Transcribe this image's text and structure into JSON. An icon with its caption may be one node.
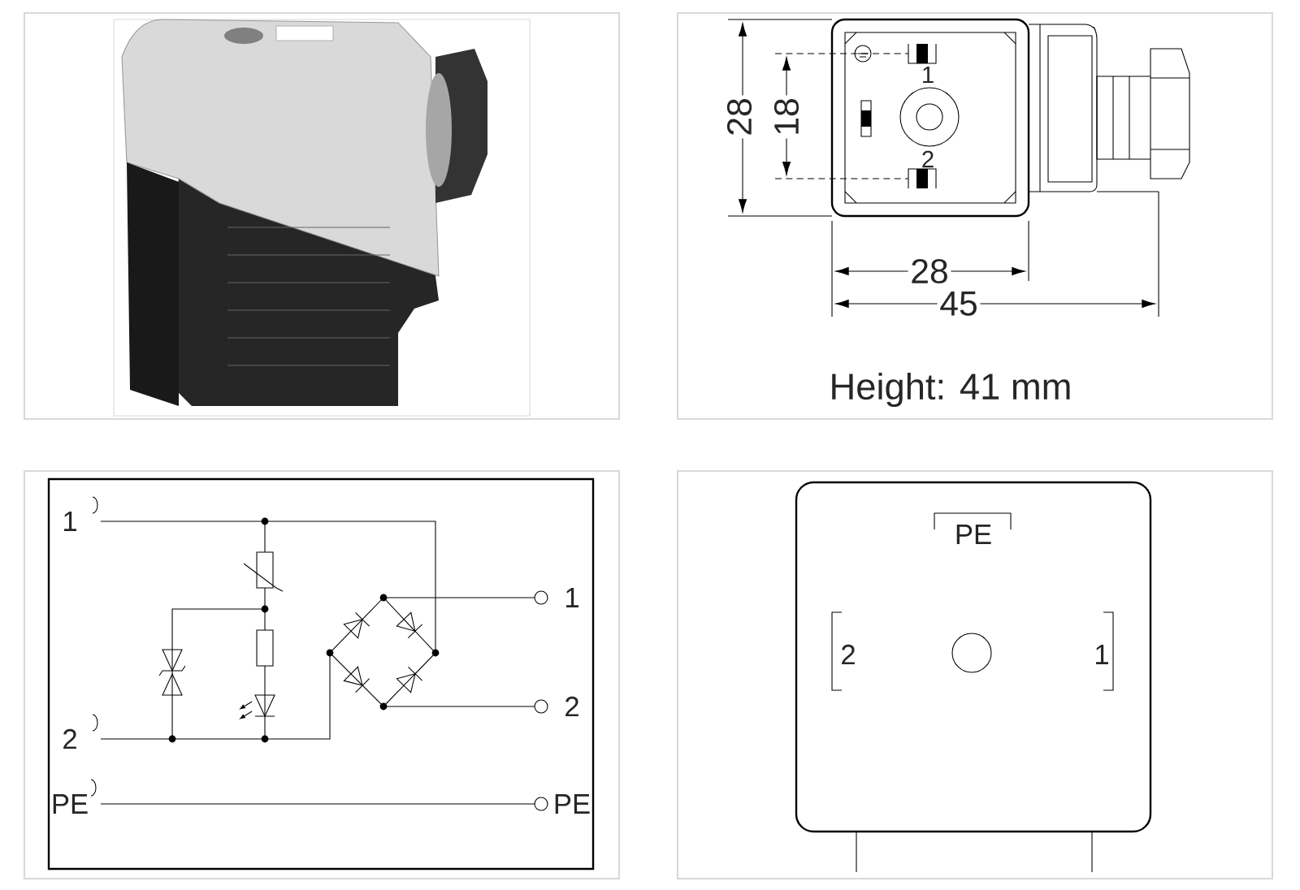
{
  "diagram": {
    "labels": [
      "28",
      "18",
      "1",
      "2",
      "28",
      "45",
      "Height: 41 mm",
      "1",
      "1",
      "2",
      "2",
      "PE",
      "PE",
      "PE",
      "2",
      "1"
    ]
  }
}
